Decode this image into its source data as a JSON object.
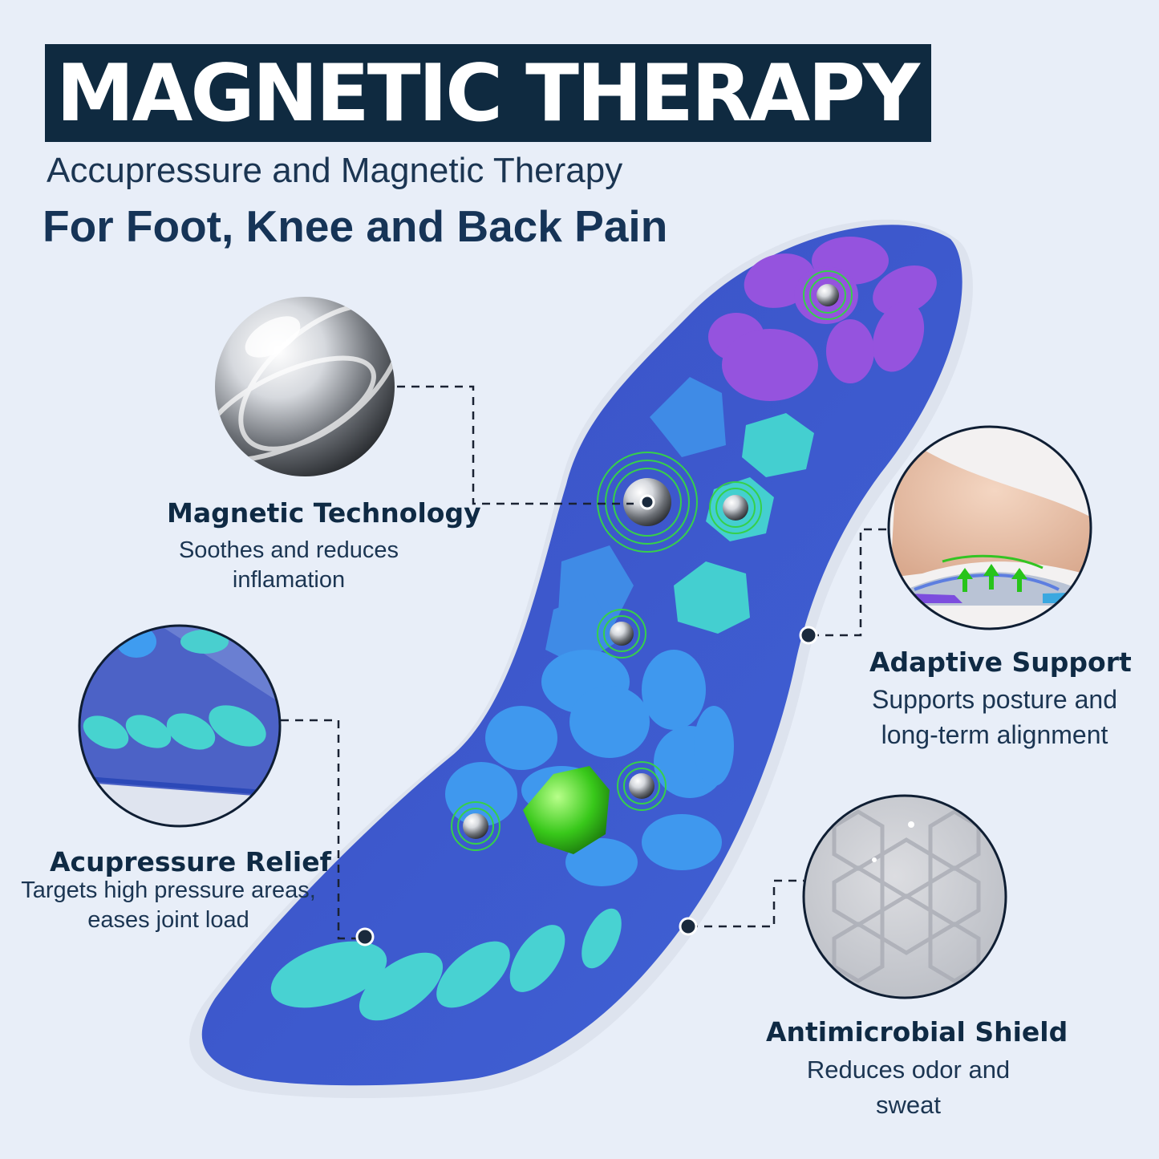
{
  "header": {
    "title": "MAGNETIC THERAPY",
    "subtitle": "Accupressure and Magnetic Therapy",
    "headline": "For Foot, Knee and Back Pain"
  },
  "features": [
    {
      "title": "Magnetic Technology",
      "desc_line1": "Soothes and reduces",
      "desc_line2": "inflamation",
      "icon": "magnet-ball-icon"
    },
    {
      "title": "Adaptive Support",
      "desc_line1": "Supports posture and",
      "desc_line2": "long-term alignment",
      "icon": "arch-support-icon"
    },
    {
      "title": "Acupressure Relief",
      "desc_line1": "Targets high pressure areas,",
      "desc_line2": "eases joint load",
      "icon": "acupressure-nodes-icon"
    },
    {
      "title": "Antimicrobial Shield",
      "desc_line1": "Reduces odor and",
      "desc_line2": "sweat",
      "icon": "hex-foam-icon"
    }
  ],
  "colors": {
    "banner": "#0f2a40",
    "insole": "#3a55c8",
    "teal": "#3fd0d0",
    "purple": "#9a55e0",
    "green": "#3ad01a"
  }
}
